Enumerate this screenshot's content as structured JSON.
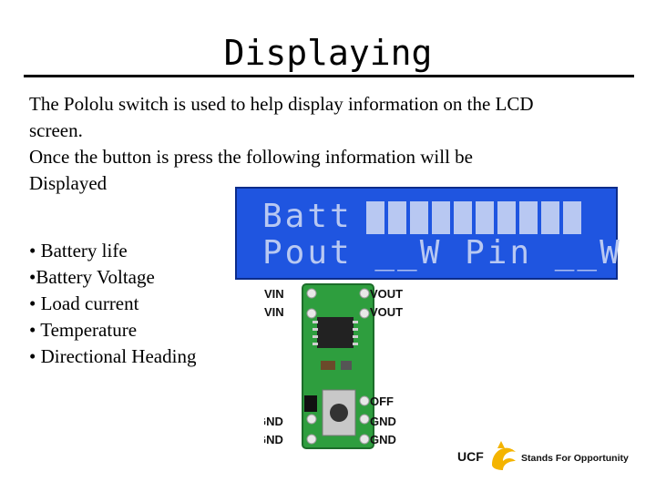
{
  "slide": {
    "title": "Displaying",
    "paragraph_lines": [
      "The Pololu switch is used to help display information on the LCD",
      "screen.",
      "Once the button is press the following information will be",
      "Displayed"
    ],
    "bullets": [
      "• Battery life",
      "•Battery Voltage",
      "• Load current",
      "• Temperature",
      "• Directional Heading"
    ]
  },
  "lcd": {
    "line1": "Batt",
    "line2": "Pout __W Pin __W"
  },
  "board": {
    "pins_left": [
      "VIN",
      "VIN",
      "GND",
      "GND"
    ],
    "pins_right": [
      "VOUT",
      "VOUT",
      "OFF",
      "GND",
      "GND"
    ]
  },
  "logo": {
    "name": "UCF",
    "tagline": "Stands For Opportunity"
  },
  "colors": {
    "lcd_background": "#1f55e0",
    "pcb_green": "#2e9e3e",
    "logo_gold": "#f4b400"
  }
}
